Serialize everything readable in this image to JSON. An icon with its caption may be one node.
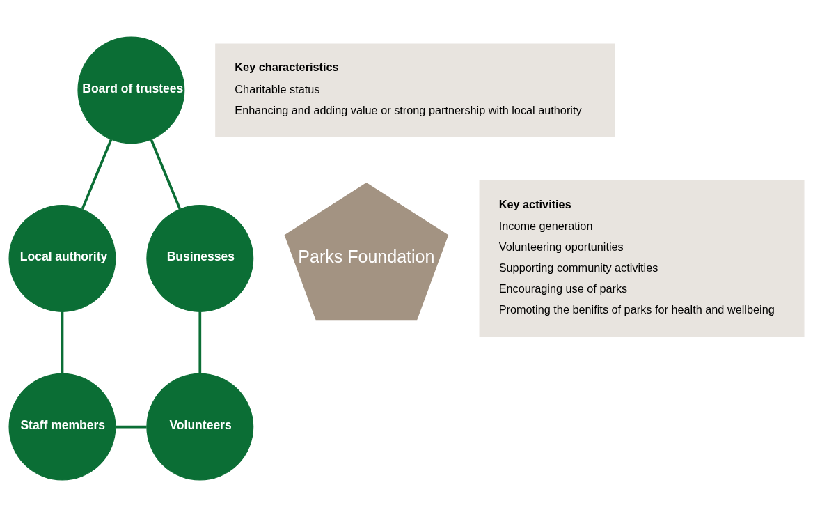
{
  "diagram": {
    "nodes": [
      {
        "text": [
          "Board of trustees"
        ]
      },
      {
        "text": [
          "Local authority"
        ]
      },
      {
        "text": [
          "Staff members"
        ]
      },
      {
        "text": [
          "Volunteers"
        ]
      },
      {
        "text": [
          "Businesses"
        ]
      },
      {
        "text": [
          "Parks Foundation"
        ]
      },
      {
        "text": [
          "Key characteristics",
          "Charitable status",
          "Enhancing and adding value or strong partnership with local authority"
        ]
      },
      {
        "text": [
          "Key activities",
          "Income generation",
          "Volunteering oportunities",
          "Supporting community activities",
          "Encouraging use of parks",
          "Promoting the benifits of parks for health and wellbeing"
        ]
      }
    ],
    "edges": [
      {
        "from": 0,
        "to": 1,
        "arrow": "none"
      },
      {
        "from": 1,
        "to": 2,
        "arrow": "none"
      },
      {
        "from": 2,
        "to": 3,
        "arrow": "none"
      },
      {
        "from": 3,
        "to": 4,
        "arrow": "none"
      },
      {
        "from": 4,
        "to": 0,
        "arrow": "none"
      }
    ]
  }
}
